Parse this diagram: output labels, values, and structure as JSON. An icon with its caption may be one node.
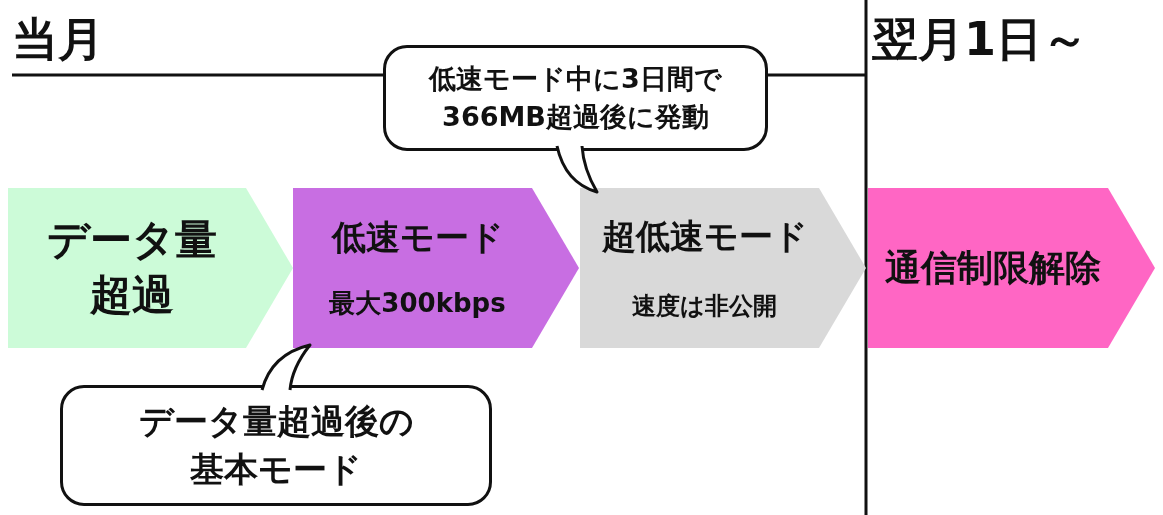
{
  "diagram": {
    "nodes": [
      {
        "text": [
          "データ量超過"
        ]
      },
      {
        "text": [
          "低速モード",
          "最大300kbps"
        ]
      },
      {
        "text": [
          "超低速モード",
          "速度は非公開"
        ]
      },
      {
        "text": [
          "通信制限解除"
        ]
      },
      {
        "text": [
          "低速モード中に3日間で366MB超過後に発動"
        ]
      },
      {
        "text": [
          "データ量超過後の基本モード"
        ]
      }
    ],
    "edges": [
      {
        "from": 4,
        "to": 2,
        "arrow": "to"
      },
      {
        "from": 5,
        "to": 1,
        "arrow": "to"
      }
    ],
    "labels": [
      "当月",
      "翌月1日～"
    ]
  }
}
